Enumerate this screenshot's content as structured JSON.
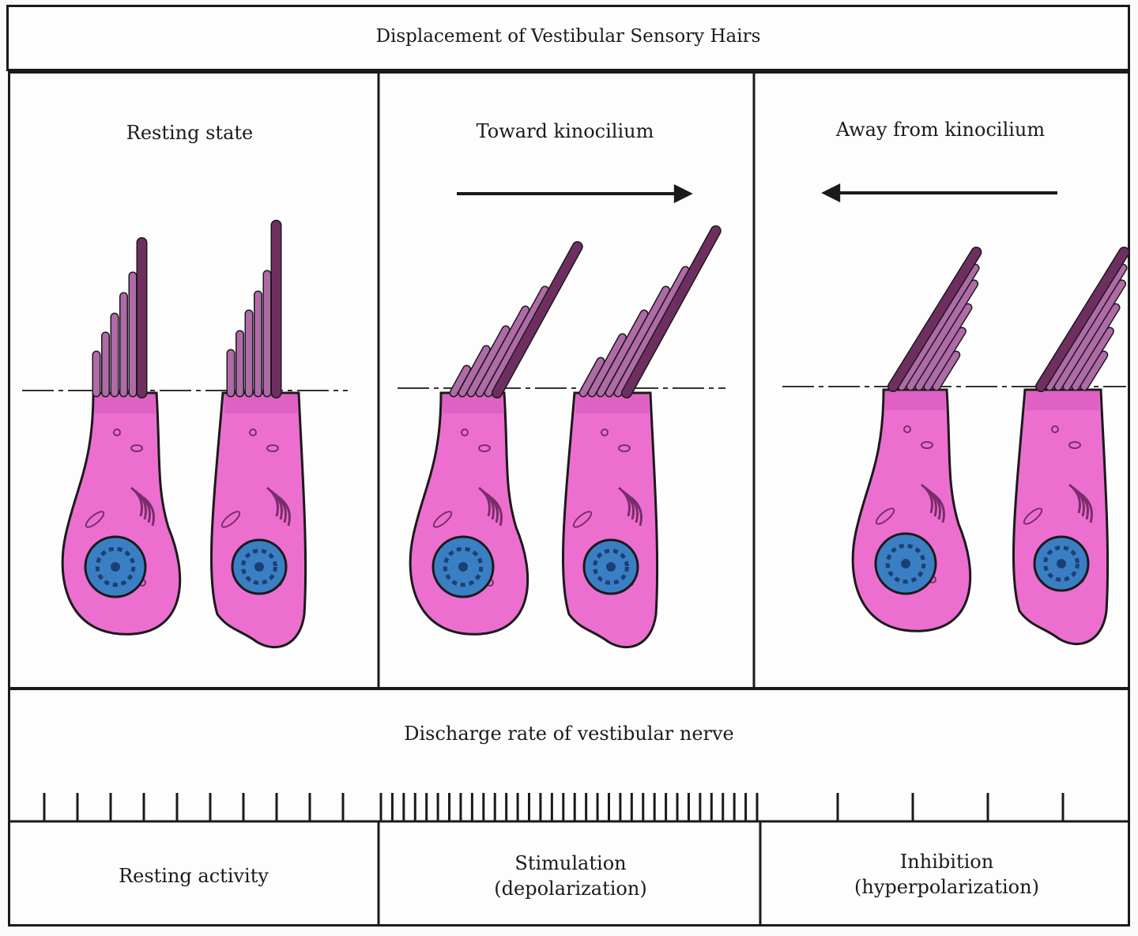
{
  "header": {
    "title": "Displacement of Vestibular Sensory Hairs"
  },
  "panels": [
    {
      "label": "Resting state",
      "arrow": "none"
    },
    {
      "label": "Toward kinocilium",
      "arrow": "right"
    },
    {
      "label": "Away from kinocilium",
      "arrow": "left"
    }
  ],
  "discharge": {
    "title": "Discharge rate of vestibular nerve",
    "states": [
      {
        "label": "Resting activity",
        "sublabel": "",
        "spikes": 10
      },
      {
        "label": "Stimulation",
        "sublabel": "(depolarization)",
        "spikes": 34
      },
      {
        "label": "Inhibition",
        "sublabel": "(hyperpolarization)",
        "spikes": 4
      }
    ]
  },
  "colors": {
    "cell": "#ec6fd0",
    "cell_outline": "#1a1a1a",
    "hair": "#b06aa8",
    "kinocilium": "#6e2f60",
    "nucleus": "#3a7fc4",
    "nucleus_dark": "#1d3f73",
    "ink": "#1a1a1a"
  }
}
